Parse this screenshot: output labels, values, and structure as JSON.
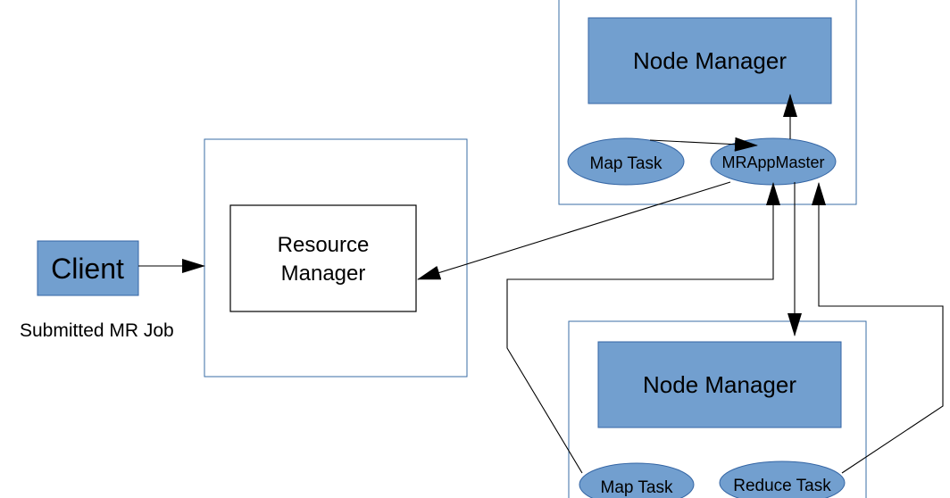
{
  "client": {
    "label": "Client",
    "caption": "Submitted MR Job"
  },
  "resource_manager": {
    "line1": "Resource",
    "line2": "Manager"
  },
  "node_top": {
    "manager": "Node Manager",
    "map_task": "Map Task",
    "app_master": "MRAppMaster"
  },
  "node_bottom": {
    "manager": "Node Manager",
    "map_task": "Map Task",
    "reduce_task": "Reduce Task"
  },
  "colors": {
    "accent_fill": "#729fcf",
    "accent_stroke": "#3465a4",
    "container_stroke": "#3a6ea5"
  }
}
